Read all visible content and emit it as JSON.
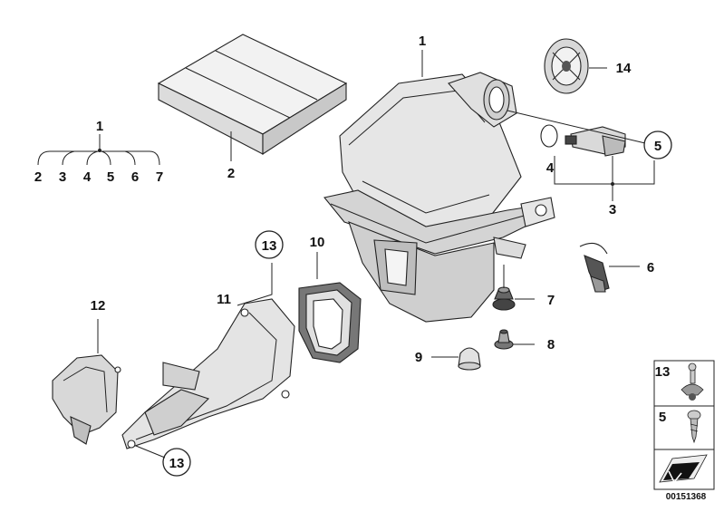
{
  "callouts": {
    "c1_top": "1",
    "c1_left": "1",
    "c2": "2",
    "c3": "3",
    "c4": "4",
    "c5": "5",
    "c6": "6",
    "c7": "7",
    "c8": "8",
    "c9": "9",
    "c10": "10",
    "c11": "11",
    "c12": "12",
    "c13_top": "13",
    "c13_bottom": "13",
    "c14": "14",
    "group_2": "2",
    "group_3": "3",
    "group_4": "4",
    "group_5": "5",
    "group_6": "6",
    "group_7": "7"
  },
  "legend": {
    "row_13": "13",
    "row_5": "5"
  },
  "doc_number": "00151368"
}
